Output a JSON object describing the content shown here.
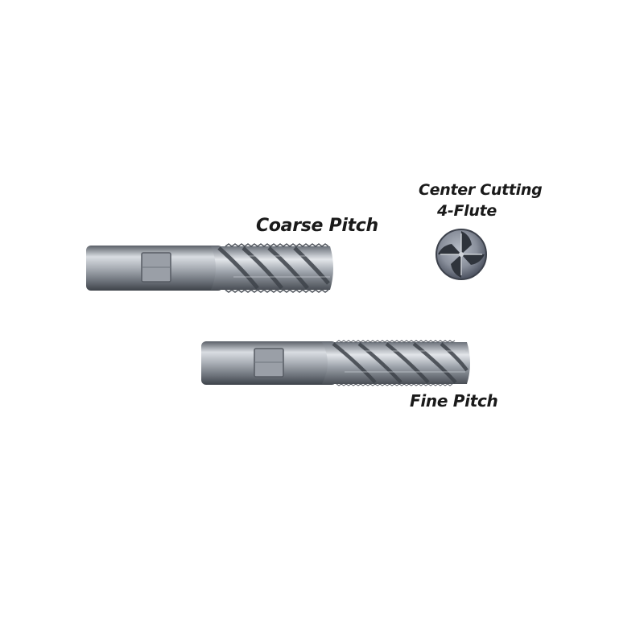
{
  "labels": {
    "coarse_pitch": "Coarse Pitch",
    "fine_pitch": "Fine Pitch",
    "center_cutting_line1": "Center Cutting",
    "center_cutting_line2": "4-Flute"
  },
  "colors": {
    "background": "#ffffff",
    "text": "#1a1a1a",
    "steel_dark": "#3e434a",
    "steel_mid": "#8a9099",
    "steel_light": "#d9dde2"
  }
}
